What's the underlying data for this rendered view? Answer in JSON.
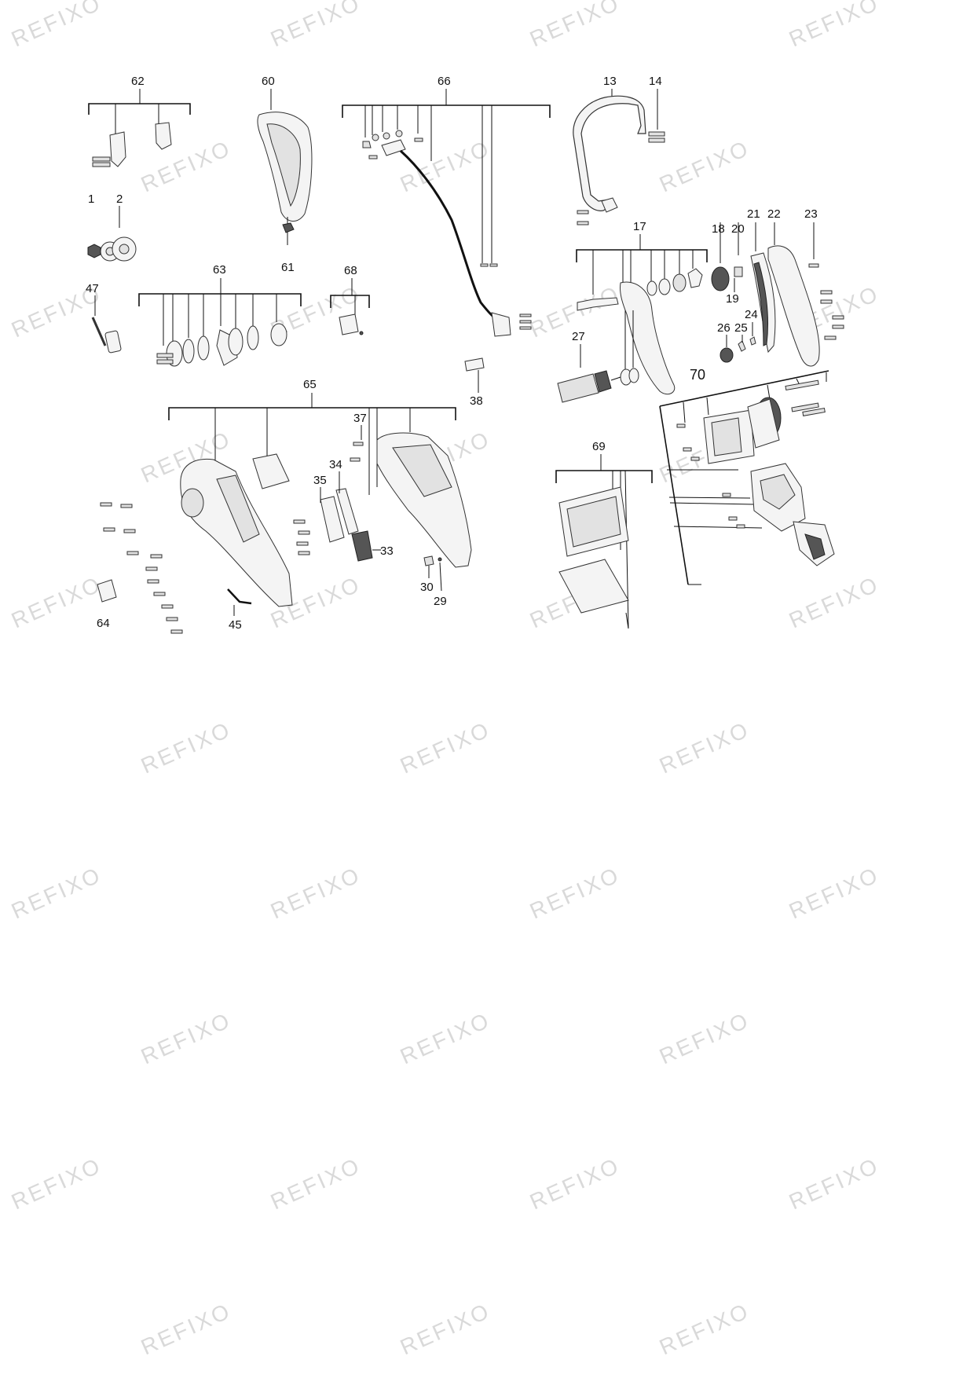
{
  "watermark": "REFIXO",
  "colors": {
    "line": "#111111",
    "watermark": "#d9d9d9",
    "background": "#ffffff"
  },
  "callouts": {
    "c1": "1",
    "c2": "2",
    "c13": "13",
    "c14": "14",
    "c17": "17",
    "c18": "18",
    "c19": "19",
    "c20": "20",
    "c21": "21",
    "c22": "22",
    "c23": "23",
    "c24": "24",
    "c25": "25",
    "c26": "26",
    "c27": "27",
    "c29": "29",
    "c30": "30",
    "c33": "33",
    "c34": "34",
    "c35": "35",
    "c37": "37",
    "c38": "38",
    "c45": "45",
    "c47": "47",
    "c60": "60",
    "c61": "61",
    "c62": "62",
    "c63": "63",
    "c64": "64",
    "c65": "65",
    "c66": "66",
    "c68": "68",
    "c69": "69",
    "c70": "70"
  }
}
